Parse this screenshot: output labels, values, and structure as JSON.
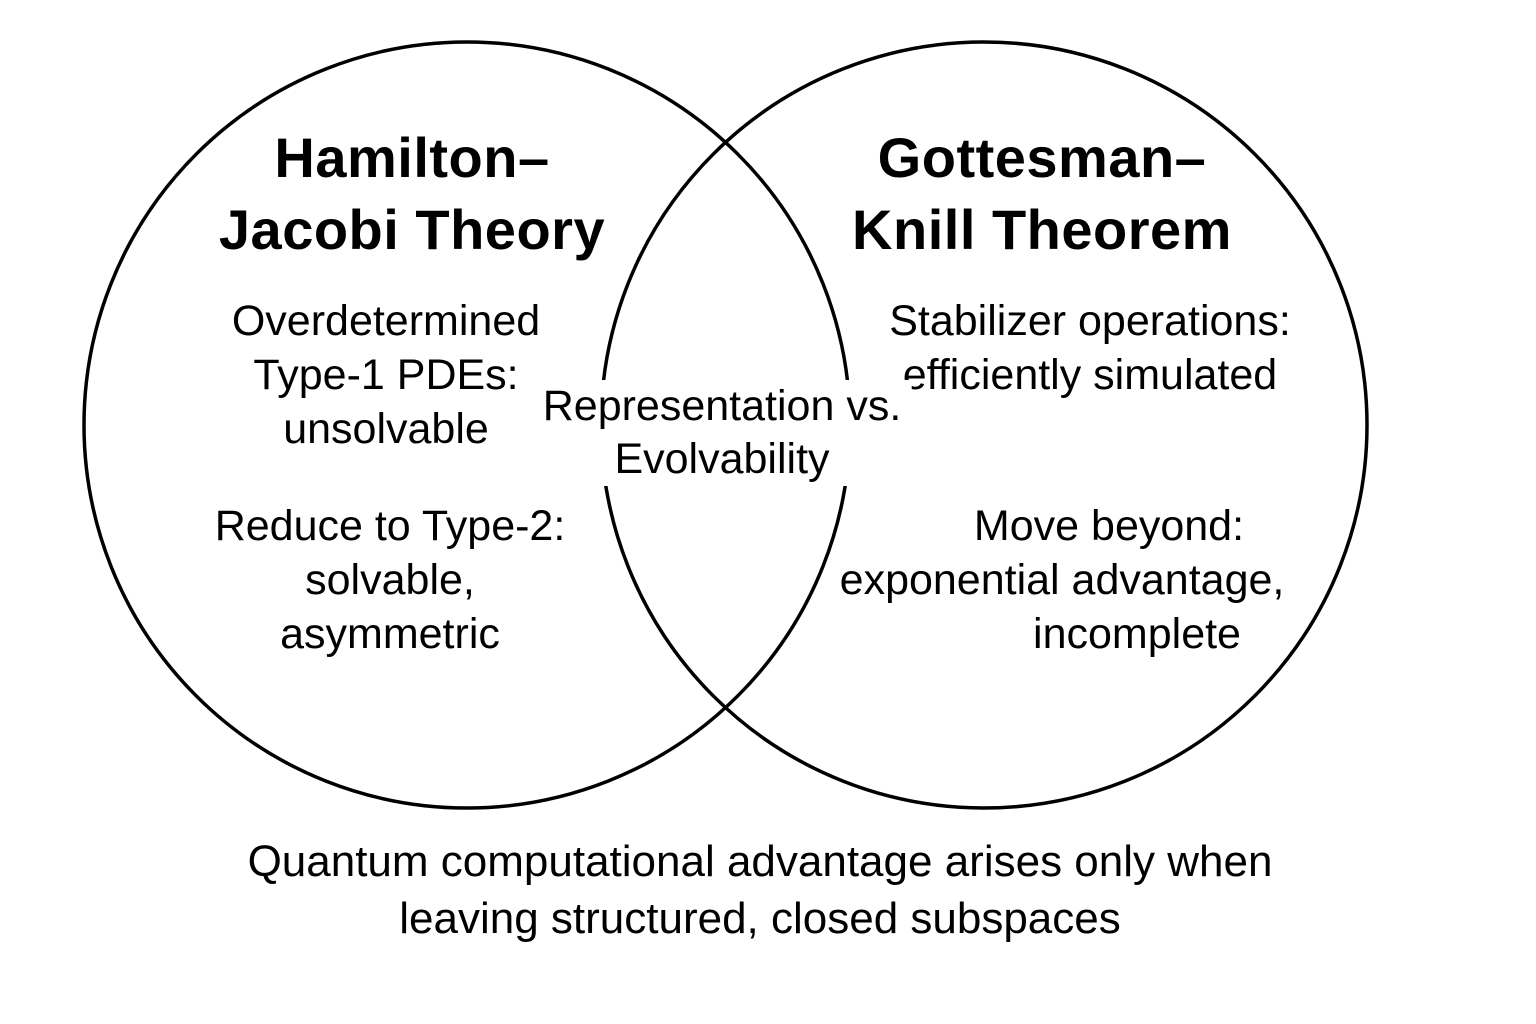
{
  "colors": {
    "background": "#ffffff",
    "line": "#000000",
    "text": "#000000"
  },
  "venn": {
    "left_circle": {
      "title_lines": [
        "Hamilton–",
        "Jacobi Theory"
      ],
      "items": [
        {
          "lines": [
            "Overdetermined",
            "Type-1 PDEs:",
            "unsolvable"
          ]
        },
        {
          "lines": [
            "Reduce to Type-2:",
            "solvable,",
            "asymmetric"
          ]
        }
      ]
    },
    "right_circle": {
      "title_lines": [
        "Gottesman–",
        "Knill Theorem"
      ],
      "items": [
        {
          "lines": [
            "Stabilizer operations:",
            "efficiently simulated"
          ]
        },
        {
          "lines": [
            "Move beyond:",
            "exponential advantage,",
            "incomplete"
          ]
        }
      ]
    },
    "intersection": {
      "lines": [
        "Representation vs.",
        "Evolvability"
      ]
    },
    "caption_lines": [
      "Quantum computational advantage arises only when",
      "leaving structured, closed subspaces"
    ]
  }
}
